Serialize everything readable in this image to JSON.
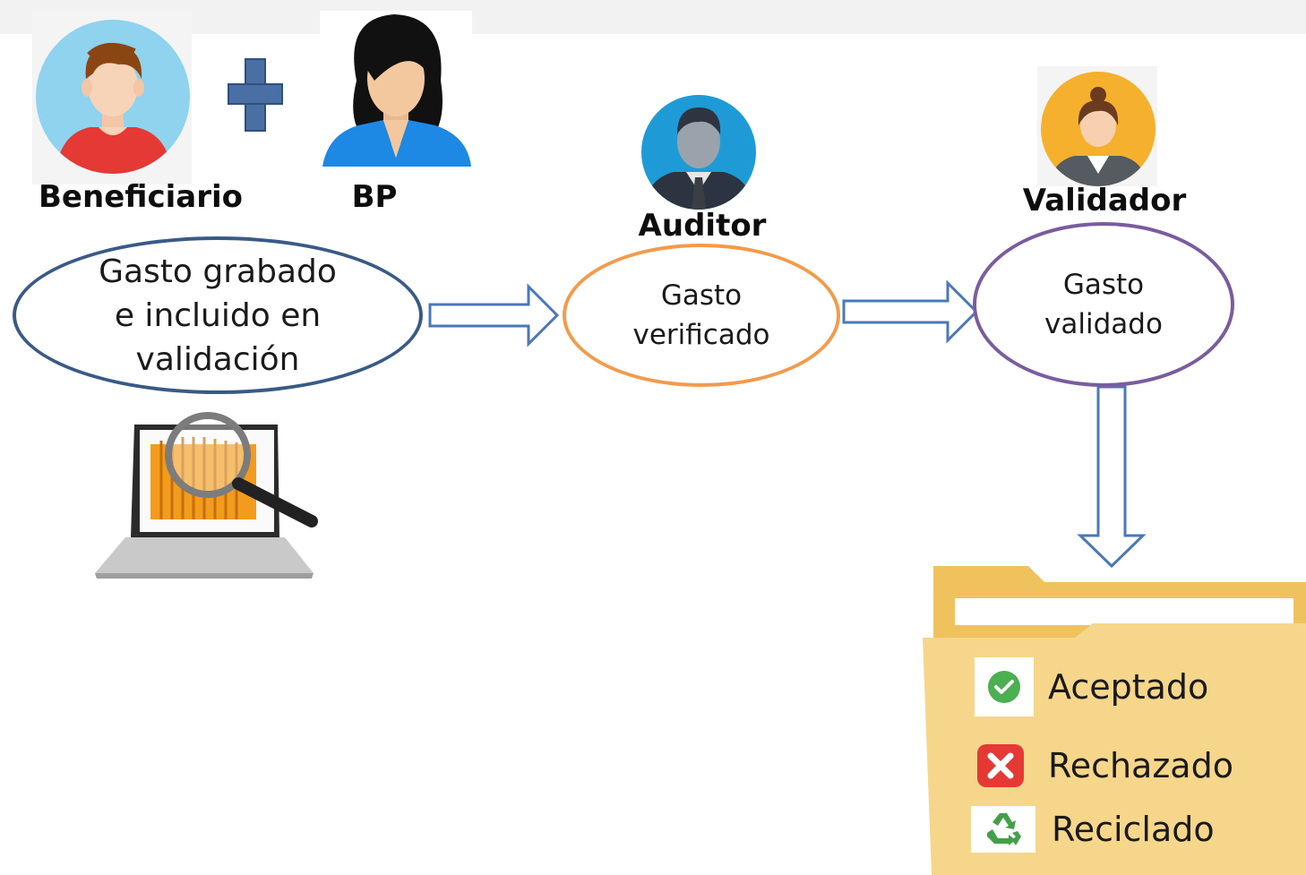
{
  "roles": {
    "beneficiary": "Beneficiario",
    "bp": "BP",
    "auditor": "Auditor",
    "validator": "Validador"
  },
  "steps": {
    "registered": "Gasto grabado\ne incluido en\nvalidación",
    "verified": "Gasto\nverificado",
    "validated": "Gasto\nvalidado"
  },
  "statuses": [
    {
      "label": "Aceptado",
      "icon": "check-circle-icon",
      "color": "#4caf50"
    },
    {
      "label": "Rechazado",
      "icon": "x-square-icon",
      "color": "#e53935"
    },
    {
      "label": "Reciclado",
      "icon": "recycle-icon",
      "color": "#43a047"
    }
  ],
  "colors": {
    "registered_border": "#3a5a86",
    "verified_border": "#f29b4b",
    "validated_border": "#7a5c9e",
    "arrow": "#4a78b8",
    "folder": "#f5c96a"
  }
}
